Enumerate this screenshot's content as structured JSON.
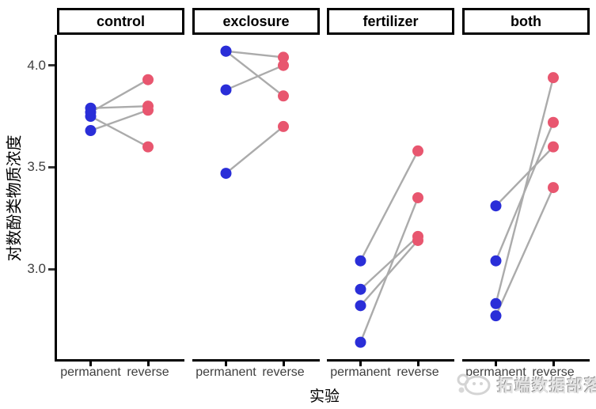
{
  "watermark": {
    "text": "拓端数据部落",
    "icon": "tuoduan-logo"
  },
  "chart_data": {
    "type": "scatter",
    "subtype": "paired-dot-plot-with-connecting-lines",
    "title": "",
    "xlabel": "实验",
    "ylabel": "对数酚类物质浓度",
    "x_categories": [
      "permanent",
      "reverse"
    ],
    "yticks": [
      {
        "label": "4.0",
        "value": 4.0
      },
      {
        "label": "3.5",
        "value": 3.5
      },
      {
        "label": "3.0",
        "value": 3.0
      }
    ],
    "ylim": [
      2.55,
      4.15
    ],
    "grid": false,
    "legend": false,
    "series_colors": {
      "permanent": "#2a2ed8",
      "reverse": "#e8566f",
      "line": "#ababab"
    },
    "facets": [
      {
        "label": "control",
        "pairs": [
          {
            "permanent": 3.77,
            "reverse": 3.93
          },
          {
            "permanent": 3.79,
            "reverse": 3.8
          },
          {
            "permanent": 3.68,
            "reverse": 3.78
          },
          {
            "permanent": 3.75,
            "reverse": 3.6
          }
        ]
      },
      {
        "label": "exclosure",
        "pairs": [
          {
            "permanent": 4.07,
            "reverse": 4.04
          },
          {
            "permanent": 4.07,
            "reverse": 3.85
          },
          {
            "permanent": 3.88,
            "reverse": 4.0
          },
          {
            "permanent": 3.47,
            "reverse": 3.7
          }
        ]
      },
      {
        "label": "fertilizer",
        "pairs": [
          {
            "permanent": 3.04,
            "reverse": 3.58
          },
          {
            "permanent": 2.9,
            "reverse": 3.16
          },
          {
            "permanent": 2.82,
            "reverse": 3.14
          },
          {
            "permanent": 2.64,
            "reverse": 3.35
          }
        ]
      },
      {
        "label": "both",
        "pairs": [
          {
            "permanent": 3.31,
            "reverse": 3.6
          },
          {
            "permanent": 3.04,
            "reverse": 3.72
          },
          {
            "permanent": 2.83,
            "reverse": 3.94
          },
          {
            "permanent": 2.77,
            "reverse": 3.4
          }
        ]
      }
    ]
  }
}
